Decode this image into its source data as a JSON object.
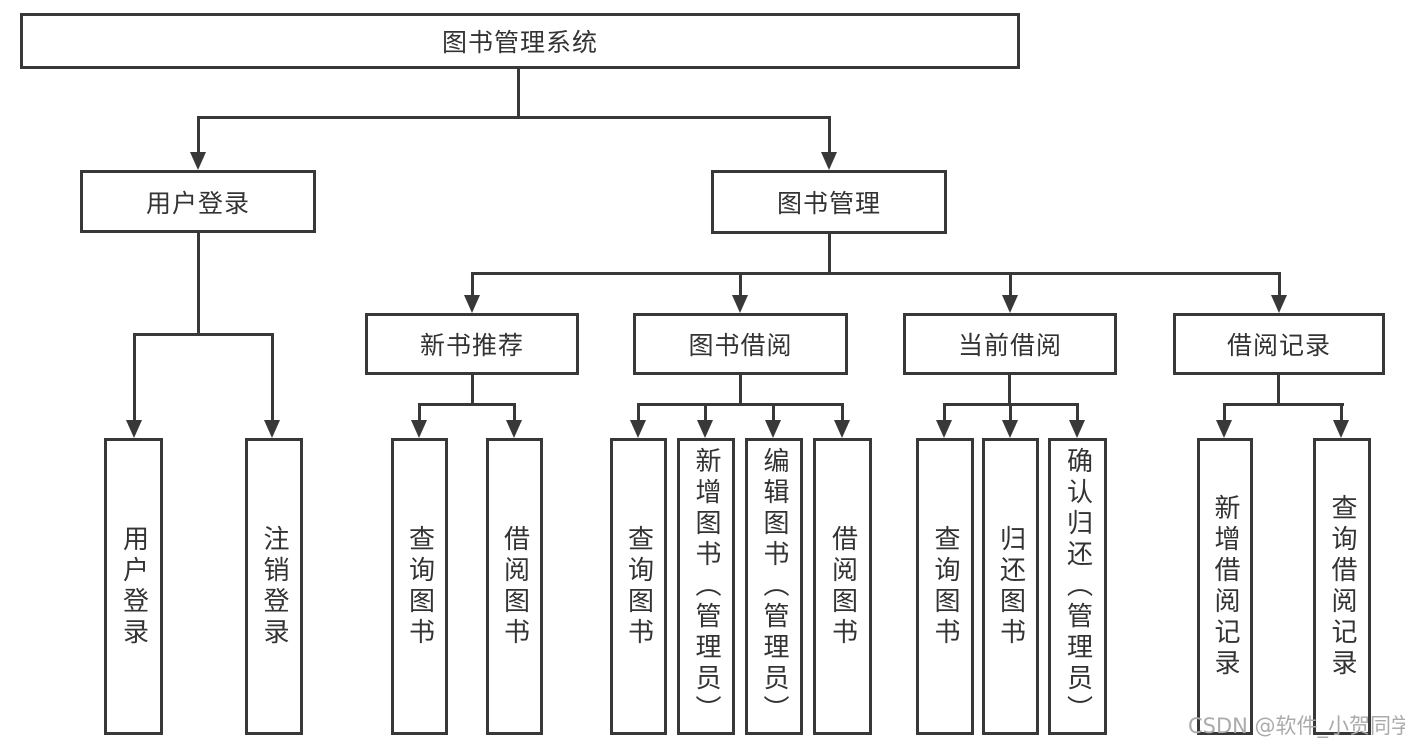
{
  "nodes": {
    "root": "图书管理系统",
    "user_login": "用户登录",
    "book_management": "图书管理",
    "new_book_recommend": "新书推荐",
    "book_borrowing": "图书借阅",
    "current_borrowing": "当前借阅",
    "borrowing_records": "借阅记录",
    "ul_user_login": "用户登录",
    "ul_logout": "注销登录",
    "nb_query_books": "查询图书",
    "nb_borrow_books": "借阅图书",
    "bb_query_books": "查询图书",
    "bb_add_books_admin": "新增图书（管理员）",
    "bb_edit_books_admin": "编辑图书（管理员）",
    "bb_borrow_books": "借阅图书",
    "cb_query_books": "查询图书",
    "cb_return_books": "归还图书",
    "cb_confirm_return_admin": "确认归还（管理员）",
    "br_add_record": "新增借阅记录",
    "br_query_record": "查询借阅记录"
  },
  "edges": [
    [
      "root",
      "user_login"
    ],
    [
      "root",
      "book_management"
    ],
    [
      "user_login",
      "ul_user_login"
    ],
    [
      "user_login",
      "ul_logout"
    ],
    [
      "book_management",
      "new_book_recommend"
    ],
    [
      "book_management",
      "book_borrowing"
    ],
    [
      "book_management",
      "current_borrowing"
    ],
    [
      "book_management",
      "borrowing_records"
    ],
    [
      "new_book_recommend",
      "nb_query_books"
    ],
    [
      "new_book_recommend",
      "nb_borrow_books"
    ],
    [
      "book_borrowing",
      "bb_query_books"
    ],
    [
      "book_borrowing",
      "bb_add_books_admin"
    ],
    [
      "book_borrowing",
      "bb_edit_books_admin"
    ],
    [
      "book_borrowing",
      "bb_borrow_books"
    ],
    [
      "current_borrowing",
      "cb_query_books"
    ],
    [
      "current_borrowing",
      "cb_return_books"
    ],
    [
      "current_borrowing",
      "cb_confirm_return_admin"
    ],
    [
      "borrowing_records",
      "br_add_record"
    ],
    [
      "borrowing_records",
      "br_query_record"
    ]
  ],
  "watermark": {
    "text": "CSDN @软件_小贺同学"
  },
  "colors": {
    "line": "#383838",
    "text": "#333333",
    "background": "#ffffff",
    "watermark": "#ababab"
  }
}
